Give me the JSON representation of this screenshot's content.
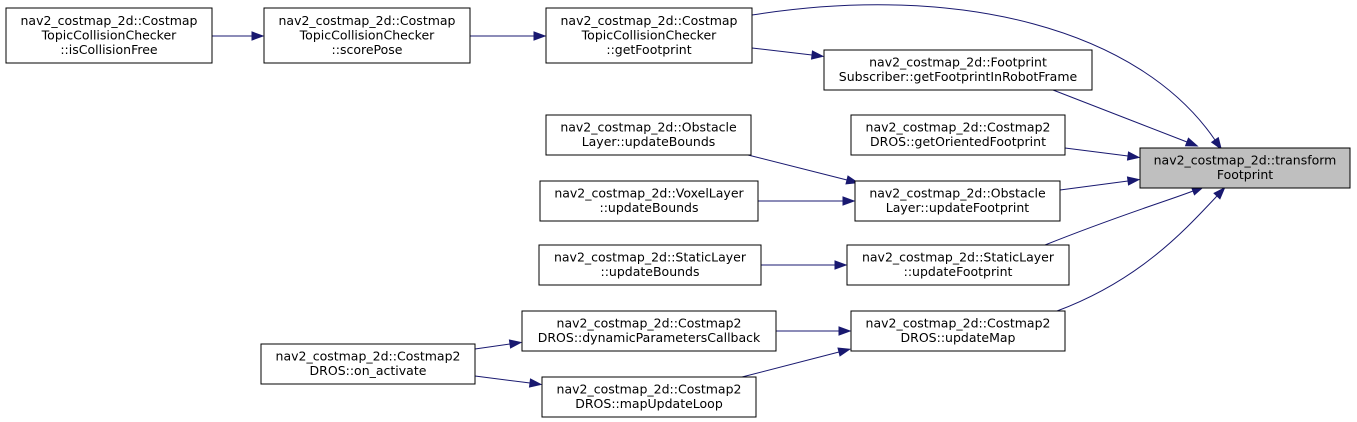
{
  "nodes": [
    {
      "id": "transform",
      "lines": [
        "nav2_costmap_2d::transform",
        "Footprint"
      ],
      "highlight": true
    },
    {
      "id": "getFootprint",
      "lines": [
        "nav2_costmap_2d::Costmap",
        "TopicCollisionChecker",
        "::getFootprint"
      ]
    },
    {
      "id": "scorePose",
      "lines": [
        "nav2_costmap_2d::Costmap",
        "TopicCollisionChecker",
        "::scorePose"
      ]
    },
    {
      "id": "isCollisionFree",
      "lines": [
        "nav2_costmap_2d::Costmap",
        "TopicCollisionChecker",
        "::isCollisionFree"
      ]
    },
    {
      "id": "getFootprintInRobotFrame",
      "lines": [
        "nav2_costmap_2d::Footprint",
        "Subscriber::getFootprintInRobotFrame"
      ]
    },
    {
      "id": "getOrientedFootprint",
      "lines": [
        "nav2_costmap_2d::Costmap2",
        "DROS::getOrientedFootprint"
      ]
    },
    {
      "id": "obstacleUpdateFootprint",
      "lines": [
        "nav2_costmap_2d::Obstacle",
        "Layer::updateFootprint"
      ]
    },
    {
      "id": "obstacleUpdateBounds",
      "lines": [
        "nav2_costmap_2d::Obstacle",
        "Layer::updateBounds"
      ]
    },
    {
      "id": "voxelUpdateBounds",
      "lines": [
        "nav2_costmap_2d::VoxelLayer",
        "::updateBounds"
      ]
    },
    {
      "id": "staticUpdateFootprint",
      "lines": [
        "nav2_costmap_2d::StaticLayer",
        "::updateFootprint"
      ]
    },
    {
      "id": "staticUpdateBounds",
      "lines": [
        "nav2_costmap_2d::StaticLayer",
        "::updateBounds"
      ]
    },
    {
      "id": "updateMap",
      "lines": [
        "nav2_costmap_2d::Costmap2",
        "DROS::updateMap"
      ]
    },
    {
      "id": "dynamicParametersCallback",
      "lines": [
        "nav2_costmap_2d::Costmap2",
        "DROS::dynamicParametersCallback"
      ]
    },
    {
      "id": "mapUpdateLoop",
      "lines": [
        "nav2_costmap_2d::Costmap2",
        "DROS::mapUpdateLoop"
      ]
    },
    {
      "id": "onActivate",
      "lines": [
        "nav2_costmap_2d::Costmap2",
        "DROS::on_activate"
      ]
    }
  ],
  "edges": [
    {
      "from": "getFootprint",
      "to": "transform"
    },
    {
      "from": "getFootprint",
      "to": "getFootprintInRobotFrame"
    },
    {
      "from": "scorePose",
      "to": "getFootprint"
    },
    {
      "from": "isCollisionFree",
      "to": "scorePose"
    },
    {
      "from": "getFootprintInRobotFrame",
      "to": "transform"
    },
    {
      "from": "getOrientedFootprint",
      "to": "transform"
    },
    {
      "from": "obstacleUpdateFootprint",
      "to": "transform"
    },
    {
      "from": "obstacleUpdateBounds",
      "to": "obstacleUpdateFootprint"
    },
    {
      "from": "voxelUpdateBounds",
      "to": "obstacleUpdateFootprint"
    },
    {
      "from": "staticUpdateFootprint",
      "to": "transform"
    },
    {
      "from": "staticUpdateBounds",
      "to": "staticUpdateFootprint"
    },
    {
      "from": "updateMap",
      "to": "transform"
    },
    {
      "from": "dynamicParametersCallback",
      "to": "updateMap"
    },
    {
      "from": "mapUpdateLoop",
      "to": "updateMap"
    },
    {
      "from": "onActivate",
      "to": "dynamicParametersCallback"
    },
    {
      "from": "onActivate",
      "to": "mapUpdateLoop"
    }
  ],
  "colors": {
    "edge": "#191970",
    "node_border": "#000000",
    "node_fill": "#ffffff",
    "highlight_fill": "#bfbfbf"
  }
}
